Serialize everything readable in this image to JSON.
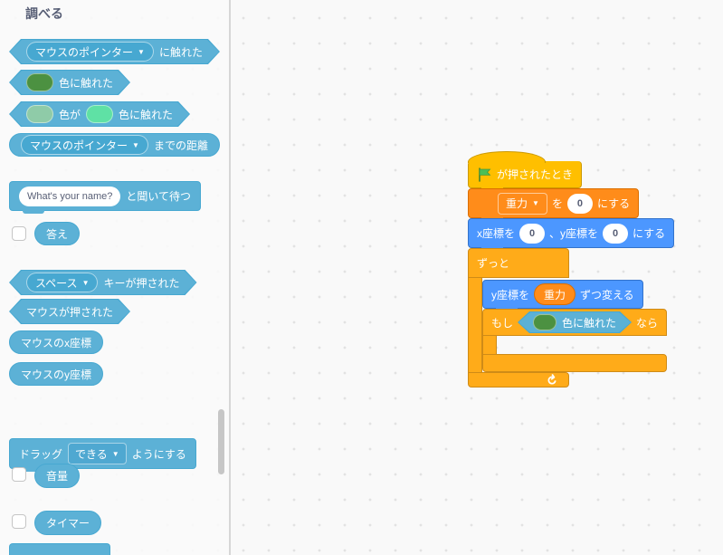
{
  "palette": {
    "title": "調べる",
    "touching": {
      "dropdown": "マウスのポインター",
      "label": "に触れた"
    },
    "touching_color": {
      "label": "色に触れた",
      "swatch_color": "#4C9141"
    },
    "color_touching": {
      "swatch1_color": "#8FCBA8",
      "label1": "色が",
      "swatch2_color": "#5FE1A5",
      "label2": "色に触れた"
    },
    "distance": {
      "dropdown": "マウスのポインター",
      "label": "までの距離"
    },
    "ask": {
      "value": "What's your name?",
      "label": "と聞いて待つ"
    },
    "answer": {
      "label": "答え"
    },
    "key_pressed": {
      "dropdown": "スペース",
      "label": "キーが押された"
    },
    "mouse_down": {
      "label": "マウスが押された"
    },
    "mouse_x": {
      "label": "マウスのx座標"
    },
    "mouse_y": {
      "label": "マウスのy座標"
    },
    "drag": {
      "label1": "ドラッグ",
      "dropdown": "できる",
      "label2": "ようにする"
    },
    "loudness": {
      "label": "音量"
    },
    "timer": {
      "label": "タイマー"
    }
  },
  "script": {
    "when_flag": {
      "label": "が押されたとき"
    },
    "set_var": {
      "variable": "重力",
      "label1": "を",
      "value": "0",
      "label2": "にする"
    },
    "goto_xy": {
      "label1": "x座標を",
      "x": "0",
      "label2": "、y座標を",
      "y": "0",
      "label3": "にする"
    },
    "forever": {
      "label": "ずっと"
    },
    "change_y": {
      "label1": "y座標を",
      "variable": "重力",
      "label2": "ずつ変える"
    },
    "if_block": {
      "label1": "もし",
      "condition": "色に触れた",
      "swatch_color": "#4C9141",
      "label2": "なら"
    }
  },
  "icons": {
    "dropdown_arrow": "▼",
    "loop_arrow": "↻"
  },
  "colors": {
    "motion": "#4C97FF",
    "events": "#FFBF00",
    "control": "#FFAB19",
    "sensing": "#5CB1D6",
    "variables": "#FF8C1A",
    "workspace_bg": "#F9F9F9",
    "dot": "#E2E2E2",
    "title_text": "#575E75"
  }
}
